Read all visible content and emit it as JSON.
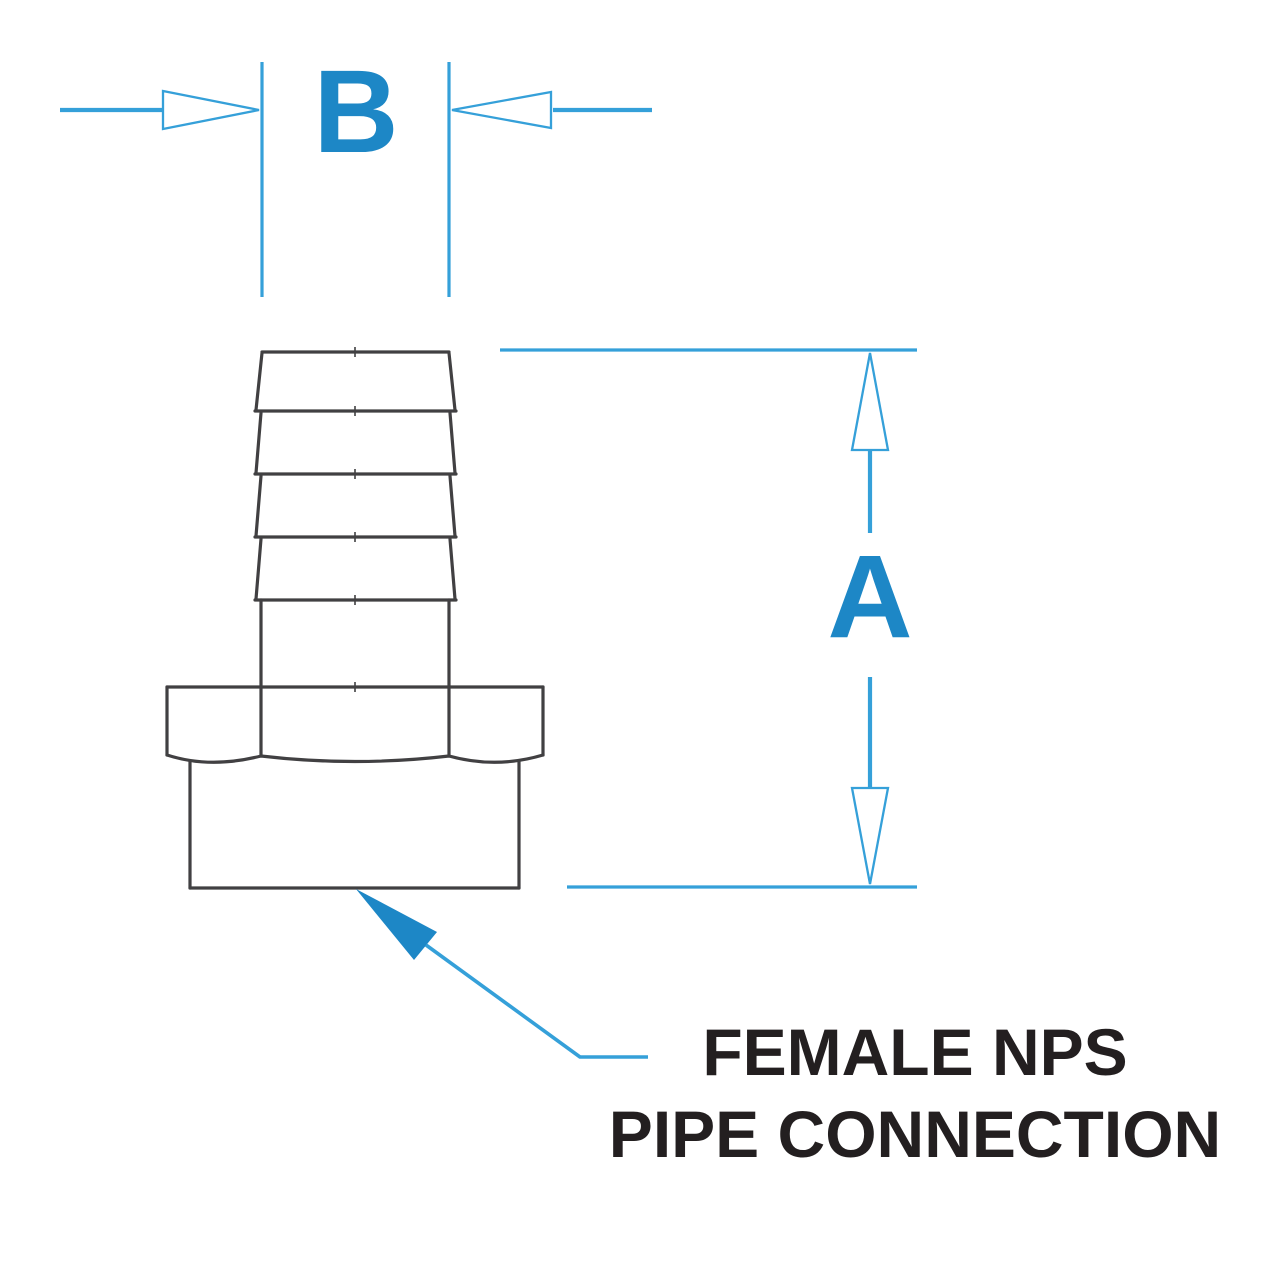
{
  "diagram": {
    "title": "hose-barb-to-female-pipe-adapter-dimension-drawing",
    "dimension_a": {
      "label": "A"
    },
    "dimension_b": {
      "label": "B"
    },
    "callout": {
      "line1": "FEMALE NPS",
      "line2": "PIPE CONNECTION"
    }
  },
  "colors": {
    "dimension_blue": "#35a0d9",
    "label_blue": "#1d87c6",
    "outline_dark": "#414042",
    "text_dark": "#231f20",
    "background": "#ffffff"
  }
}
